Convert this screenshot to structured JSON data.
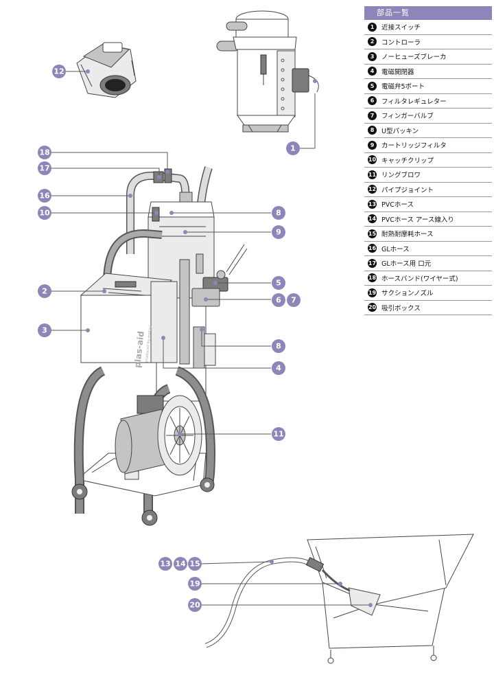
{
  "legend": {
    "title": "部品一覧",
    "items": [
      {
        "num": "1",
        "label": "近接スイッチ"
      },
      {
        "num": "2",
        "label": "コントローラ"
      },
      {
        "num": "3",
        "label": "ノーヒューズブレーカ"
      },
      {
        "num": "4",
        "label": "電磁開閉器"
      },
      {
        "num": "5",
        "label": "電磁弁5ポート"
      },
      {
        "num": "6",
        "label": "フィルタレギュレター"
      },
      {
        "num": "7",
        "label": "フィンガーバルブ"
      },
      {
        "num": "8",
        "label": "U型パッキン"
      },
      {
        "num": "9",
        "label": "カートリッジフィルタ"
      },
      {
        "num": "10",
        "label": "キャッチクリップ"
      },
      {
        "num": "11",
        "label": "リングブロワ"
      },
      {
        "num": "12",
        "label": "パイプジョイント"
      },
      {
        "num": "13",
        "label": "PVCホース"
      },
      {
        "num": "14",
        "label": "PVCホース アース線入り"
      },
      {
        "num": "15",
        "label": "耐熱耐摩耗ホース"
      },
      {
        "num": "16",
        "label": "GLホース"
      },
      {
        "num": "17",
        "label": "GLホース用 口元"
      },
      {
        "num": "18",
        "label": "ホースバンド(ワイヤー式)"
      },
      {
        "num": "19",
        "label": "サクションノズル"
      },
      {
        "num": "20",
        "label": "吸引ボックス"
      }
    ]
  },
  "machine": {
    "brand": "plas-aid",
    "brand_sub": "produced by matsui"
  },
  "callouts": {
    "c1": "1",
    "c2": "2",
    "c3": "3",
    "c4": "4",
    "c5": "5",
    "c6": "6",
    "c7": "7",
    "c8a": "8",
    "c8b": "8",
    "c9": "9",
    "c10": "10",
    "c11": "11",
    "c12": "12",
    "c13": "13",
    "c14": "14",
    "c15": "15",
    "c16": "16",
    "c17": "17",
    "c18": "18",
    "c19": "19",
    "c20": "20"
  },
  "colors": {
    "callout": "#8d86b8",
    "legend_header": "#8d86b8",
    "line": "#555555"
  }
}
